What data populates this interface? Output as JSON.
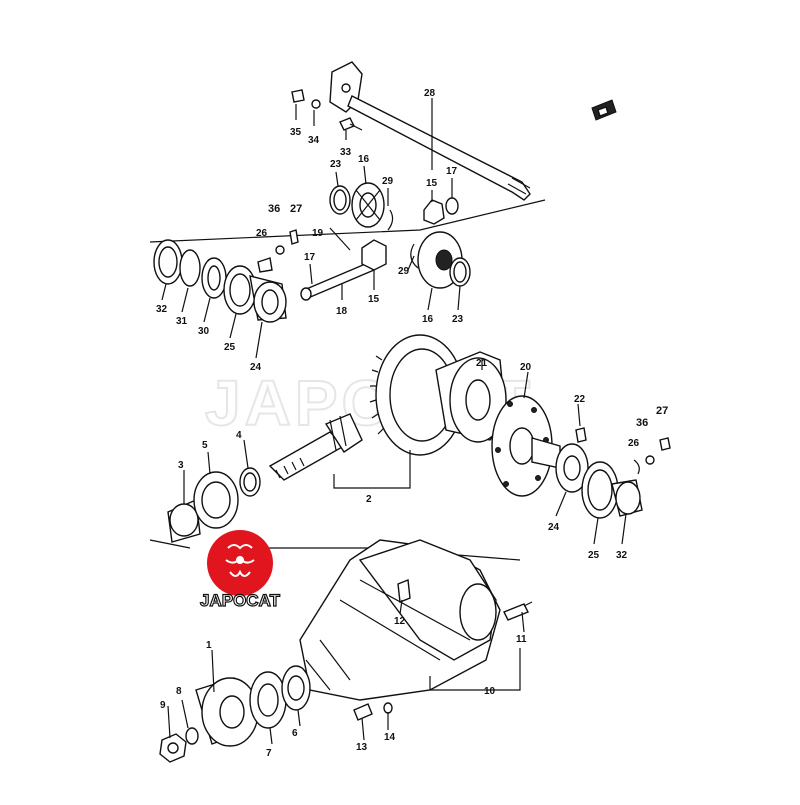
{
  "watermark": {
    "text": "JAPOCAT"
  },
  "logo": {
    "text": "JAPOCAT",
    "color": "#e0151d"
  },
  "callouts": {
    "c1": "1",
    "c2": "2",
    "c3": "3",
    "c4": "4",
    "c5": "5",
    "c6": "6",
    "c7": "7",
    "c8": "8",
    "c9": "9",
    "c10": "10",
    "c11": "11",
    "c12": "12",
    "c13": "13",
    "c14": "14",
    "c15a": "15",
    "c15b": "15",
    "c16a": "16",
    "c16b": "16",
    "c17a": "17",
    "c17b": "17",
    "c18": "18",
    "c19": "19",
    "c20": "20",
    "c21": "21",
    "c22": "22",
    "c23a": "23",
    "c23b": "23",
    "c24a": "24",
    "c24b": "24",
    "c25a": "25",
    "c25b": "25",
    "c26a": "26",
    "c26b": "26",
    "c27a": "27",
    "c27b": "27",
    "c28": "28",
    "c29a": "29",
    "c29b": "29",
    "c30": "30",
    "c31": "31",
    "c32a": "32",
    "c32b": "32",
    "c33": "33",
    "c34": "34",
    "c35": "35",
    "c36a": "36",
    "c36b": "36"
  }
}
